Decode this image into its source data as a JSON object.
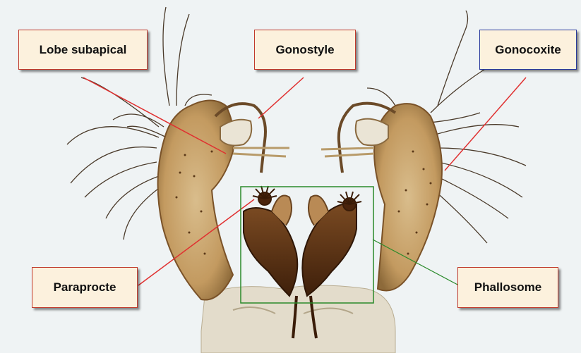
{
  "labels": {
    "lobe_subapical": "Lobe subapical",
    "gonostyle": "Gonostyle",
    "gonocoxite": "Gonocoxite",
    "paraprocte": "Paraprocte",
    "phallosome": "Phallosome"
  },
  "colors": {
    "background": "#eff3f4",
    "label_fill": "#fcf1dd",
    "label_border_red": "#c0392b",
    "label_border_blue": "#2b3a9c",
    "pointer_red": "#e03030",
    "pointer_green": "#2a8a2a",
    "specimen_light": "#d8b987",
    "specimen_mid": "#b88f55",
    "specimen_dark": "#5a2f12"
  }
}
